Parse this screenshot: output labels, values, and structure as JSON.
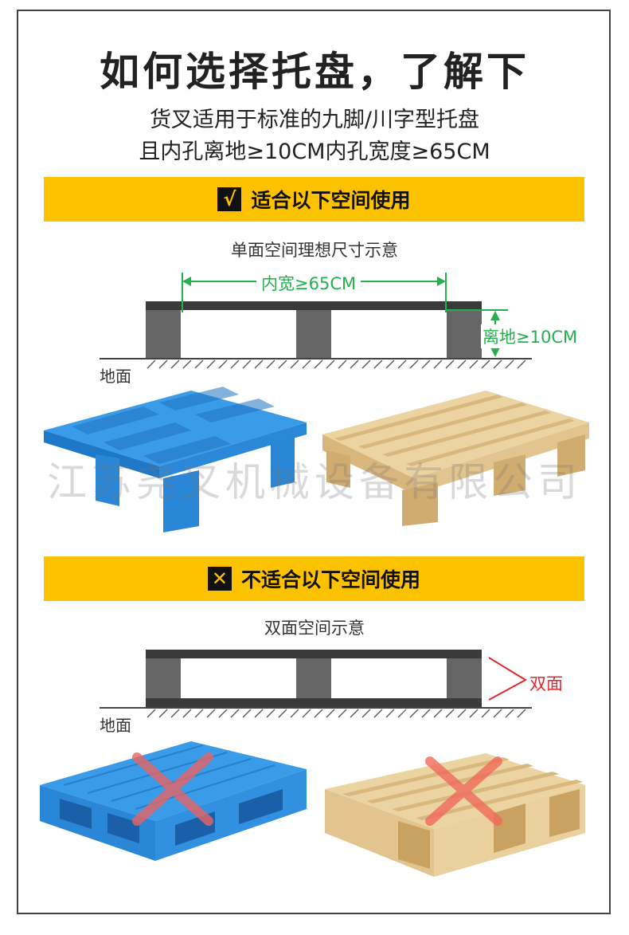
{
  "title": "如何选择托盘，了解下",
  "subtitle_line1": "货叉适用于标准的九脚/川字型托盘",
  "subtitle_line2": "且内孔离地≥10CM内孔宽度≥65CM",
  "suitable": {
    "banner_mark": "√",
    "banner_text": "适合以下空间使用",
    "caption": "单面空间理想尺寸示意",
    "width_label": "内宽≥65CM",
    "height_label": "离地≥10CM",
    "ground_label": "地面"
  },
  "watermark": "江苏尧叉机械设备有限公司",
  "unsuitable": {
    "banner_mark": "✕",
    "banner_text": "不适合以下空间使用",
    "caption": "双面空间示意",
    "double_label": "双面",
    "ground_label": "地面"
  },
  "colors": {
    "banner": "#fcc200",
    "dimension_green": "#22b14c",
    "cross_red": "#e3262e",
    "pallet_blue": "#2b8fe0",
    "wood": "#e8cf9c"
  }
}
